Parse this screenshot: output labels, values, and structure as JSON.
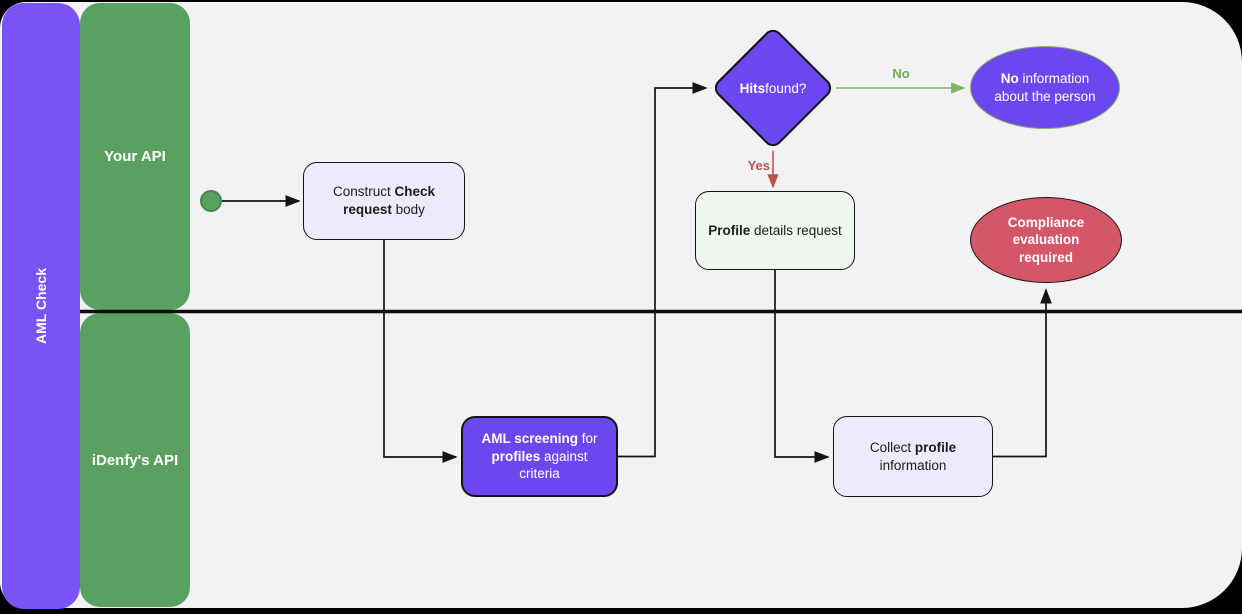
{
  "diagram_title": "AML Check",
  "pool": {
    "title": "AML Check"
  },
  "lanes": [
    {
      "label": "Your API"
    },
    {
      "label": "iDenfy's API"
    }
  ],
  "nodes": {
    "start": {
      "type": "start-event"
    },
    "construct_request": {
      "segments": [
        {
          "t": "Construct ",
          "b": false
        },
        {
          "t": "Check request",
          "b": true
        },
        {
          "t": " body",
          "b": false
        }
      ]
    },
    "hits_found": {
      "type": "decision",
      "segments": [
        {
          "t": "Hits",
          "b": true
        },
        {
          "t": " found?",
          "b": false
        }
      ]
    },
    "no_information": {
      "type": "end-event",
      "segments": [
        {
          "t": "No",
          "b": true
        },
        {
          "t": " information about the person",
          "b": false
        }
      ]
    },
    "profile_details_request": {
      "segments": [
        {
          "t": "Profile",
          "b": true
        },
        {
          "t": " details request",
          "b": false
        }
      ]
    },
    "aml_screening": {
      "segments": [
        {
          "t": "AML screening",
          "b": true
        },
        {
          "t": " for ",
          "b": false
        },
        {
          "t": "profiles",
          "b": true
        },
        {
          "t": " against criteria",
          "b": false
        }
      ]
    },
    "collect_profile": {
      "segments": [
        {
          "t": "Collect ",
          "b": false
        },
        {
          "t": "profile",
          "b": true
        },
        {
          "t": " information",
          "b": false
        }
      ]
    },
    "compliance_evaluation": {
      "type": "end-event",
      "segments": [
        {
          "t": "Compliance evaluation required",
          "b": true
        }
      ]
    }
  },
  "edges": {
    "yes_label": "Yes",
    "no_label": "No"
  },
  "colors": {
    "pool_bar": "#7a52f6",
    "lane": "#5aa061",
    "purple_node": "#6c47ef",
    "lavender_node": "#ecebfb",
    "pale_green_node": "#eff6ee",
    "red_end_event": "#d35768",
    "green_edge": "#82b366",
    "red_edge": "#c0504d",
    "black_edge": "#141414",
    "canvas_background": "#f2f2f4"
  }
}
